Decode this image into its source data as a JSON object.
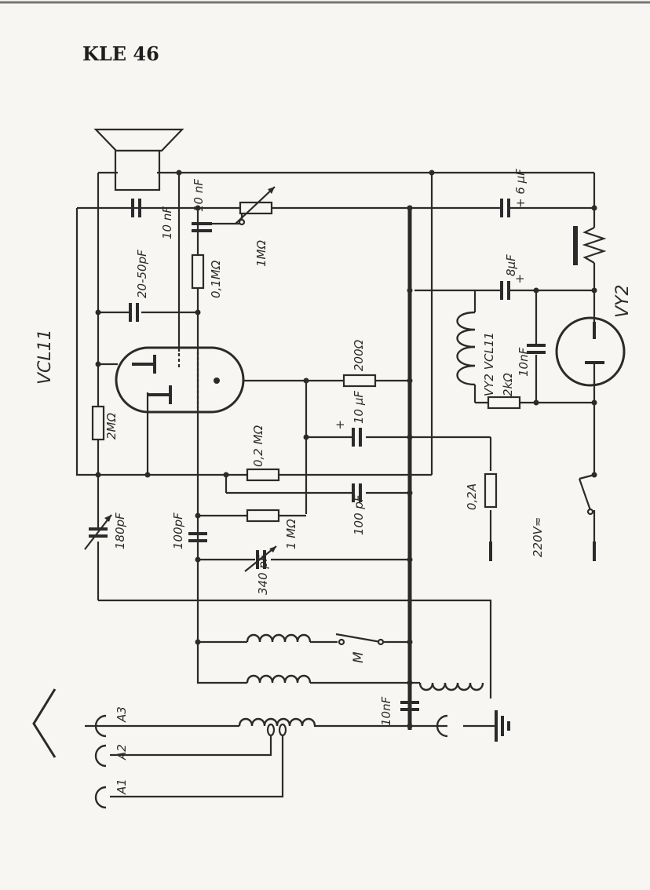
{
  "title": "KLE 46",
  "tubes": {
    "main": "VCL11",
    "rectifier": "VY2"
  },
  "labels": {
    "c_20_50pf": "20-50pF",
    "c_10nf_a": "10 nF",
    "c_10nf_b": "10 nF",
    "r_1m_pot": "1MΩ",
    "r_0_1m": "0,1MΩ",
    "c_6uf": "+ 6 μF",
    "c_8uf": "8μF",
    "plus": "+",
    "heater_chain": "VY2 VCL11",
    "r_2k": "2kΩ",
    "c_10nf_c": "10nF",
    "r_200": "200Ω",
    "c_10uf": "10 μF",
    "r_2m": "2MΩ",
    "r_0_2m": "0,2 MΩ",
    "fuse": "0,2A",
    "c_180pf": "180pF",
    "c_100pf_a": "100pF",
    "c_100pf_b": "100 pF",
    "r_1m": "1 MΩ",
    "c_340pf": "340 pF",
    "mains": "220V≂",
    "switch_m": "M",
    "c_10nf_ant": "10nF",
    "ant_a3": "A3",
    "ant_a2": "A2",
    "ant_a1": "A1"
  }
}
